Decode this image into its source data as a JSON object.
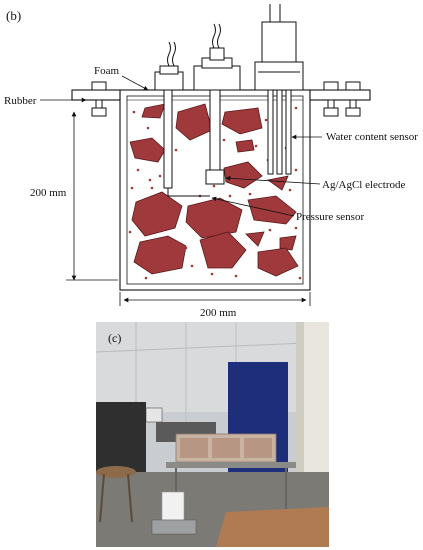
{
  "figure": {
    "panel_b_label": "(b)",
    "panel_c_label": "(c)",
    "labels": {
      "foam": "Foam",
      "rubber": "Rubber",
      "water_content_sensor": "Water content sensor",
      "ag_agcl_electrode": "Ag/AgCl electrode",
      "pressure_sensor": "Pressure sensor",
      "height_dimension": "200 mm",
      "width_dimension": "200 mm"
    },
    "colors": {
      "rock": "#a0393b",
      "rock_edge": "#5a1a1c",
      "line": "#111111"
    }
  }
}
